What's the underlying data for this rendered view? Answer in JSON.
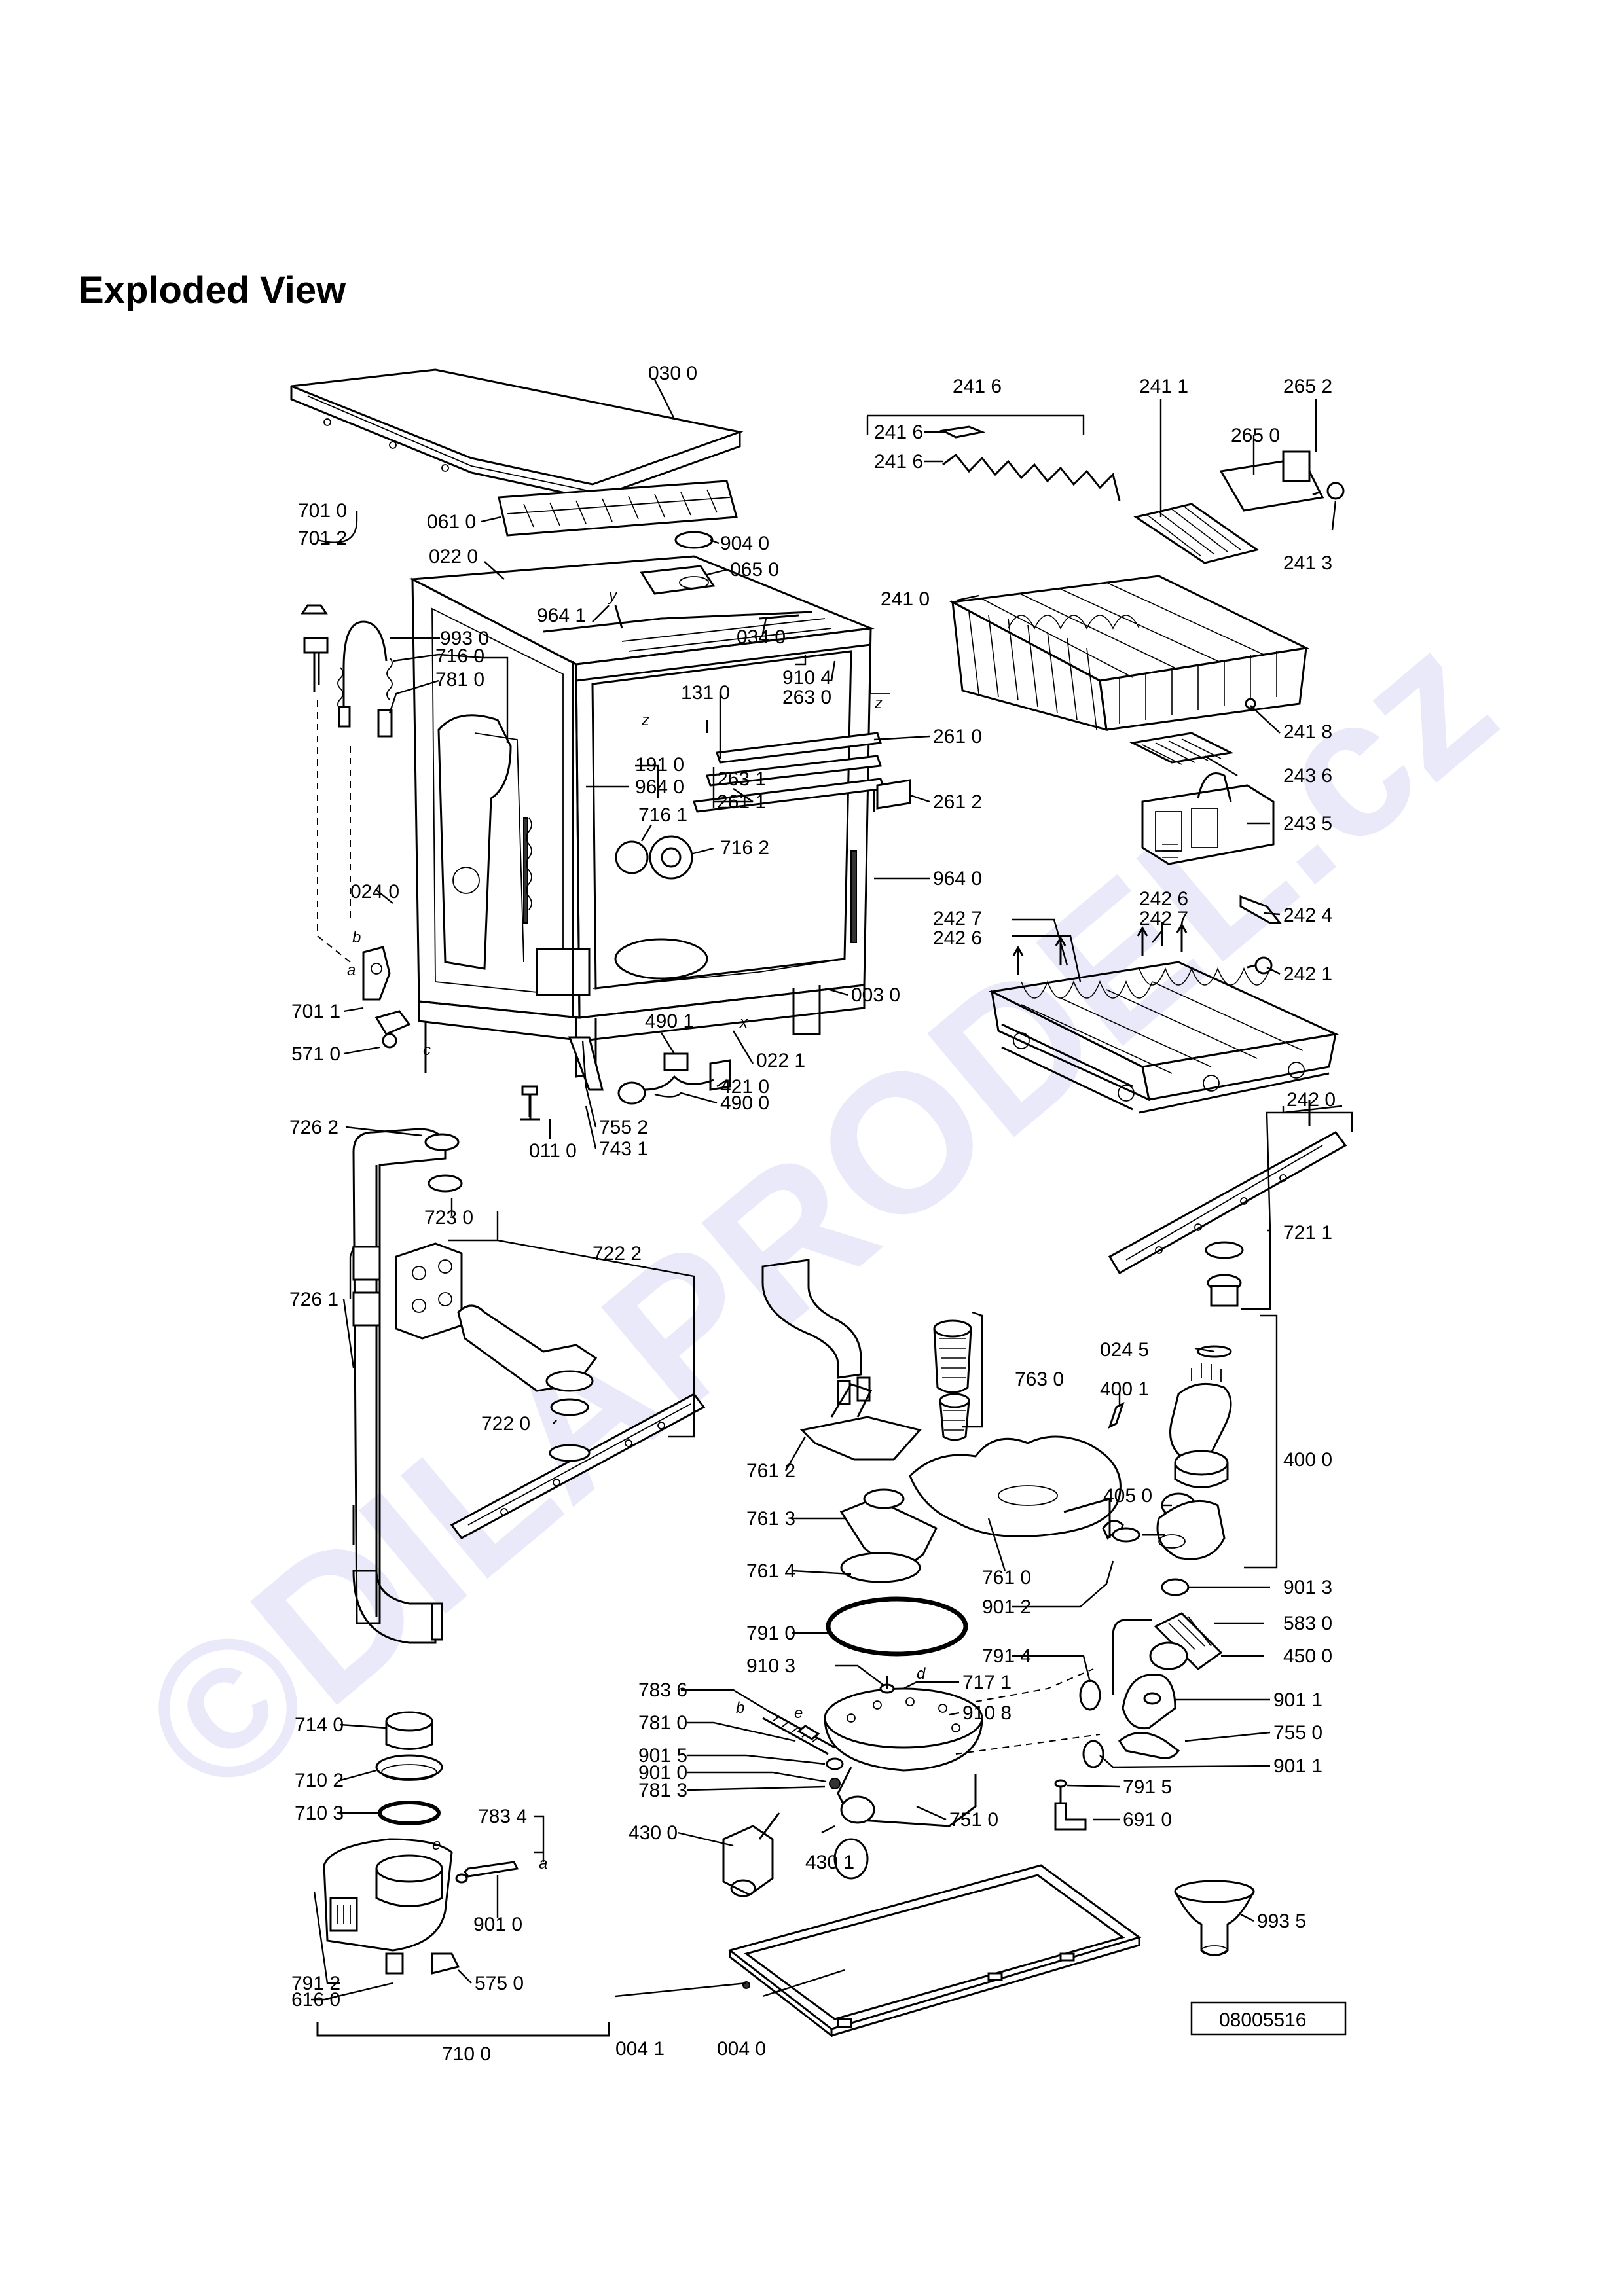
{
  "page": {
    "title": "Exploded View",
    "watermark": "©DILAPRODEL.cz",
    "reference_code": "08005516"
  },
  "letter_marks": [
    "b",
    "a",
    "c",
    "z",
    "z",
    "x",
    "y",
    "d",
    "e",
    "e",
    "a",
    "b"
  ],
  "part_labels": [
    "030 0",
    "241 6",
    "241 6",
    "241 6",
    "241 1",
    "265 2",
    "265 0",
    "241 3",
    "061 0",
    "904 0",
    "065 0",
    "701 0",
    "701 2",
    "022 0",
    "964 1",
    "034 0",
    "993 0",
    "716 0",
    "781 0",
    "910 4",
    "263 0",
    "131 0",
    "241 0",
    "241 8",
    "261 0",
    "263 1",
    "261 1",
    "191 0",
    "964 0",
    "243 6",
    "243 5",
    "261 2",
    "716 1",
    "716 2",
    "964 0",
    "024 0",
    "242 6",
    "242 7",
    "242 7",
    "242 6",
    "242 4",
    "242 1",
    "003 0",
    "701 1",
    "490 1",
    "571 0",
    "022 1",
    "421 0",
    "490 0",
    "242 0",
    "011 0",
    "755 2",
    "743 1",
    "726 2",
    "723 0",
    "722 2",
    "721 1",
    "726 1",
    "763 0",
    "024 5",
    "400 1",
    "722 0",
    "761 2",
    "400 0",
    "405 0",
    "761 3",
    "761 0",
    "761 4",
    "901 3",
    "901 2",
    "791 0",
    "583 0",
    "791 4",
    "450 0",
    "910 3",
    "717 1",
    "783 6",
    "901 1",
    "910 8",
    "781 0",
    "755 0",
    "714 0",
    "901 5",
    "901 1",
    "901 0",
    "791 5",
    "710 2",
    "781 3",
    "751 0",
    "691 0",
    "710 3",
    "783 4",
    "430 0",
    "430 1",
    "901 0",
    "993 5",
    "575 0",
    "791 2",
    "616 0",
    "710 0",
    "004 1",
    "004 0"
  ]
}
